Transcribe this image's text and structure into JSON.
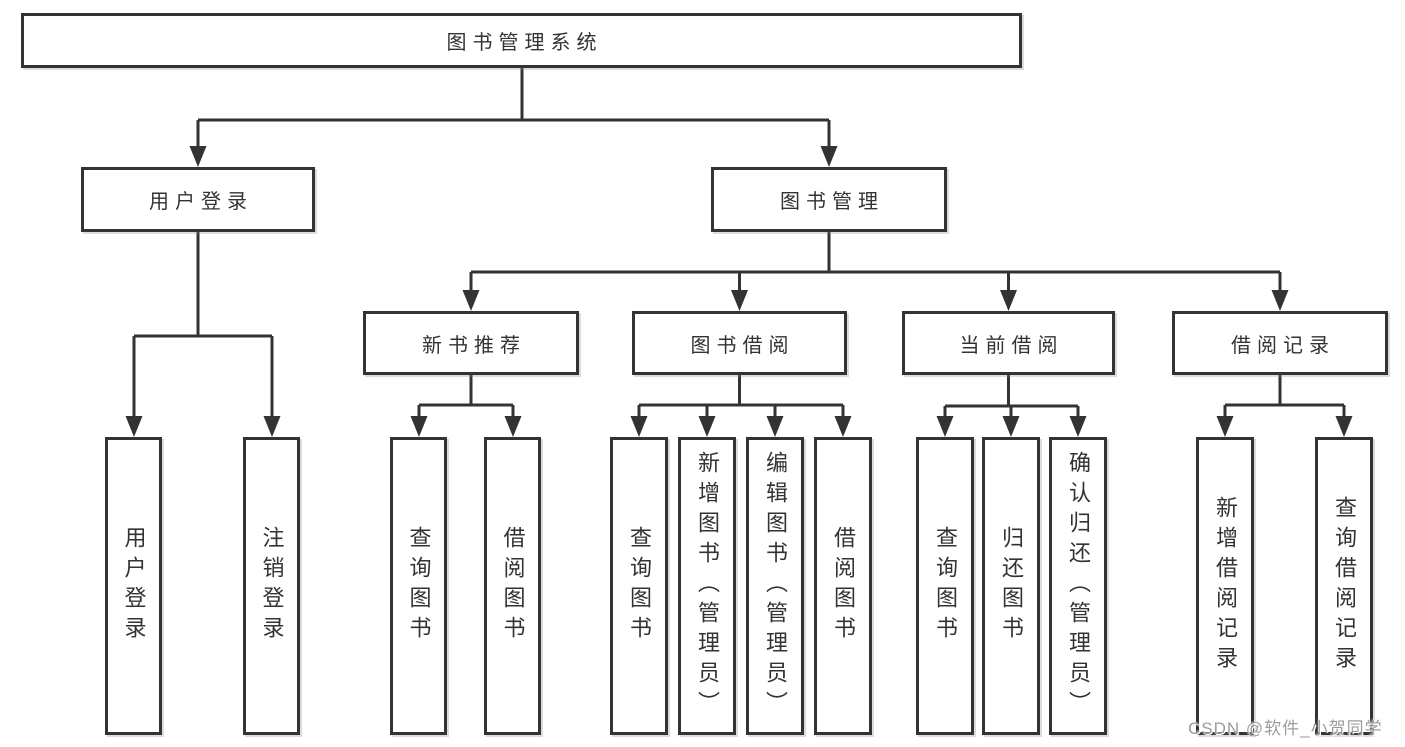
{
  "nodes": {
    "root": {
      "label": "图书管理系统"
    },
    "level2": [
      {
        "label": "用户登录"
      },
      {
        "label": "图书管理"
      }
    ],
    "level3": [
      {
        "label": "新书推荐"
      },
      {
        "label": "图书借阅"
      },
      {
        "label": "当前借阅"
      },
      {
        "label": "借阅记录"
      }
    ],
    "leaves": {
      "user_login": [
        {
          "label": "用户登录"
        },
        {
          "label": "注销登录"
        }
      ],
      "new_books": [
        {
          "label": "查询图书"
        },
        {
          "label": "借阅图书"
        }
      ],
      "book_borrow": [
        {
          "label": "查询图书"
        },
        {
          "label": "新增图书（管理员）"
        },
        {
          "label": "编辑图书（管理员）"
        },
        {
          "label": "借阅图书"
        }
      ],
      "current_borrow": [
        {
          "label": "查询图书"
        },
        {
          "label": "归还图书"
        },
        {
          "label": "确认归还（管理员）"
        }
      ],
      "borrow_records": [
        {
          "label": "新增借阅记录"
        },
        {
          "label": "查询借阅记录"
        }
      ]
    }
  },
  "watermark": {
    "text": "CSDN @软件_小贺同学"
  },
  "colors": {
    "line": "#333333",
    "box_border": "#333333",
    "text": "#333333",
    "background": "#ffffff",
    "watermark": "#9c9c9c"
  }
}
